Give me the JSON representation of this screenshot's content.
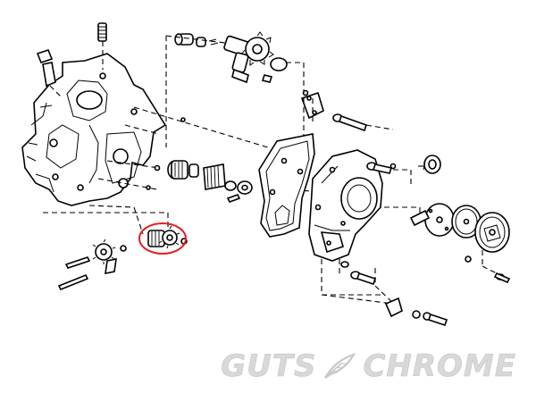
{
  "brand": {
    "word_left": "GUTS",
    "word_right": "CHROME",
    "icon": "feather-icon"
  },
  "highlight": {
    "color": "#e02020",
    "target": "oil-pump-drive-gear"
  },
  "colors": {
    "line": "#000000",
    "background": "#ffffff",
    "watermark": "#d8d8d8"
  }
}
